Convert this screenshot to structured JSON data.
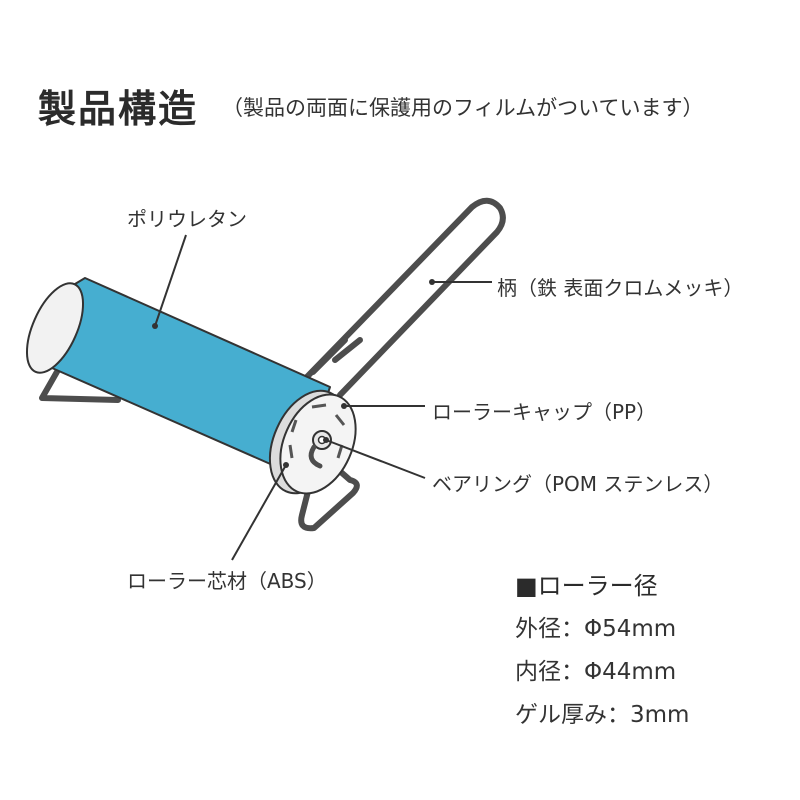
{
  "header": {
    "title": "製品構造",
    "subtitle": "（製品の両面に保護用のフィルムがついています）"
  },
  "labels": {
    "polyurethane": "ポリウレタン",
    "handle": "柄（鉄 表面クロムメッキ）",
    "cap": "ローラーキャップ（PP）",
    "bearing": "ベアリング（POM ステンレス）",
    "core": "ローラー芯材（ABS）"
  },
  "specs": {
    "heading": "■ローラー径",
    "outer": "外径：Φ54mm",
    "inner": "内径：Φ44mm",
    "gel": "ゲル厚み：3mm"
  },
  "colors": {
    "roller": "#46aed0",
    "frame": "#4d4d4d",
    "cap": "#f4f4f4"
  }
}
